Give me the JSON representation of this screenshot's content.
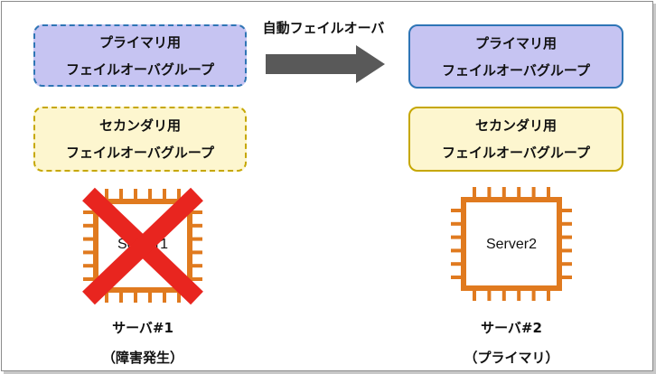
{
  "arrow_label": "自動フェイルオーバ",
  "left": {
    "primary_group": {
      "line1": "プライマリ用",
      "line2": "フェイルオーバグループ"
    },
    "secondary_group": {
      "line1": "セカンダリ用",
      "line2": "フェイルオーバグループ"
    },
    "server_chip": "Server1",
    "server_name": "サーバ#1",
    "server_status": "（障害発生）"
  },
  "right": {
    "primary_group": {
      "line1": "プライマリ用",
      "line2": "フェイルオーバグループ"
    },
    "secondary_group": {
      "line1": "セカンダリ用",
      "line2": "フェイルオーバグループ"
    },
    "server_chip": "Server2",
    "server_name": "サーバ#2",
    "server_status": "（プライマリ）"
  },
  "colors": {
    "primary_fill": "#c6c4f2",
    "secondary_fill": "#fdf6cf",
    "blue_border": "#2e75b6",
    "gold_border": "#c6a700",
    "chip_orange": "#e07a1f",
    "failure_red": "#e8251f",
    "arrow_gray": "#595959"
  }
}
